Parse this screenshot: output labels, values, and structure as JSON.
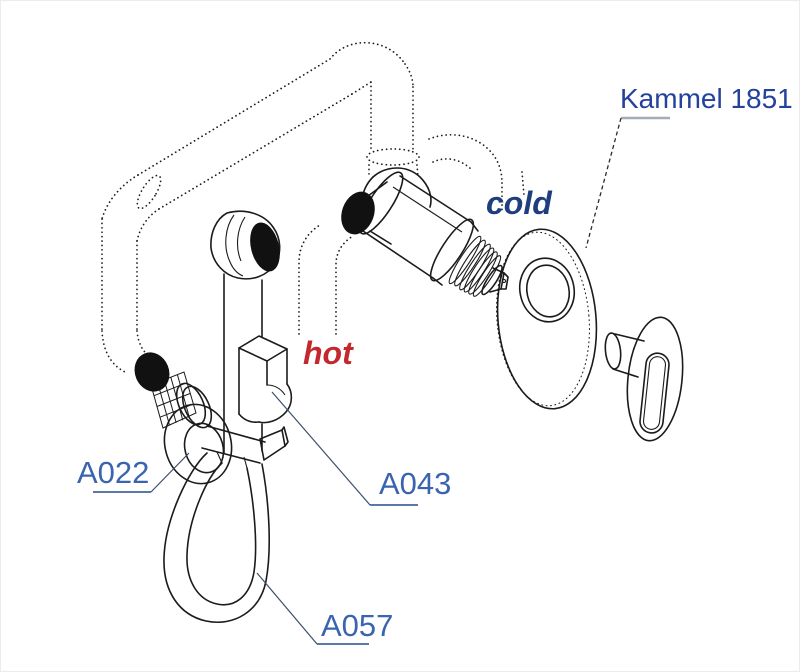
{
  "figure": {
    "product_label": "Kammel 1851",
    "temperature_labels": {
      "cold": "cold",
      "hot": "hot"
    },
    "part_labels": [
      "A022",
      "A043",
      "A057"
    ],
    "colors": {
      "background": "#ffffff",
      "product_text": "#24419b",
      "cold_text": "#1e3e7e",
      "hot_text": "#c2282e",
      "part_text": "#3a64af",
      "drawing_line": "#1b1b1b",
      "leader_line": "#3c4e68",
      "product_underline": "#a4adb5",
      "part_underline": "#5b79a8"
    }
  }
}
